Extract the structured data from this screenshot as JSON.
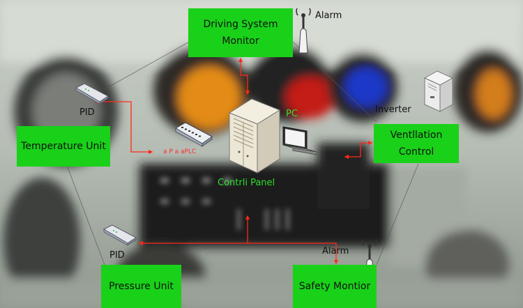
{
  "nodes": {
    "driving_system_monitor": {
      "label": "Driving System Monitor"
    },
    "temperature_unit": {
      "label": "Temperature Unit"
    },
    "ventilation_control": {
      "label": "Ventllation Control"
    },
    "pressure_unit": {
      "label": "Pressure Unit"
    },
    "safety_monitor": {
      "label": "Safety Montior"
    }
  },
  "labels": {
    "alarm_top": "Alarm",
    "alarm_bottom": "Alarm",
    "pid_top": "PID",
    "pid_bottom": "PID",
    "pc": "PC",
    "inverter": "Inverter",
    "control_panel": "Contrli Panel",
    "plc": "a P a aPLC"
  },
  "colors": {
    "box_fill": "#19d119",
    "arrow": "#ff2a1a",
    "pc_label": "#2ee02e"
  },
  "icons": [
    "alarm-tower-icon",
    "pid-controller-icon",
    "plc-module-icon",
    "server-icon",
    "laptop-icon",
    "inverter-icon"
  ]
}
